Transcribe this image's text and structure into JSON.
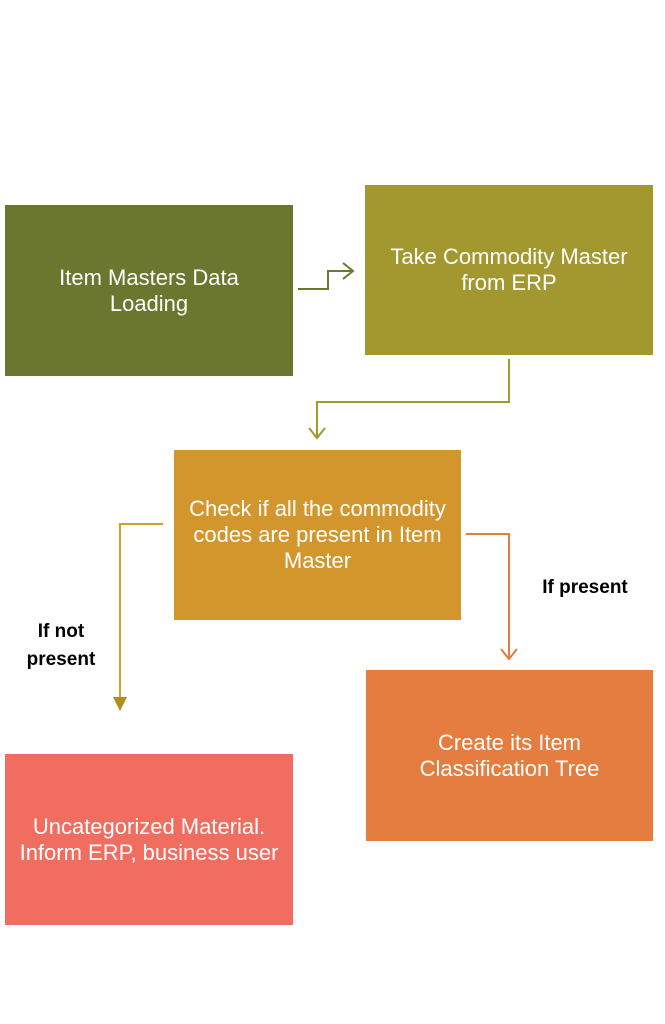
{
  "colors": {
    "load": "#6b772e",
    "take": "#a3982f",
    "check": "#d3962c",
    "create": "#e47d3f",
    "uncategorized": "#f06d5f"
  },
  "nodes": {
    "load": "Item Masters Data Loading",
    "take": "Take Commodity Master from ERP",
    "check": "Check if all the commodity codes are present in Item Master",
    "create": "Create its Item Classification Tree",
    "uncategorized": "Uncategorized Material. Inform ERP, business user"
  },
  "labels": {
    "present": "If present",
    "not_present": "If not present"
  }
}
